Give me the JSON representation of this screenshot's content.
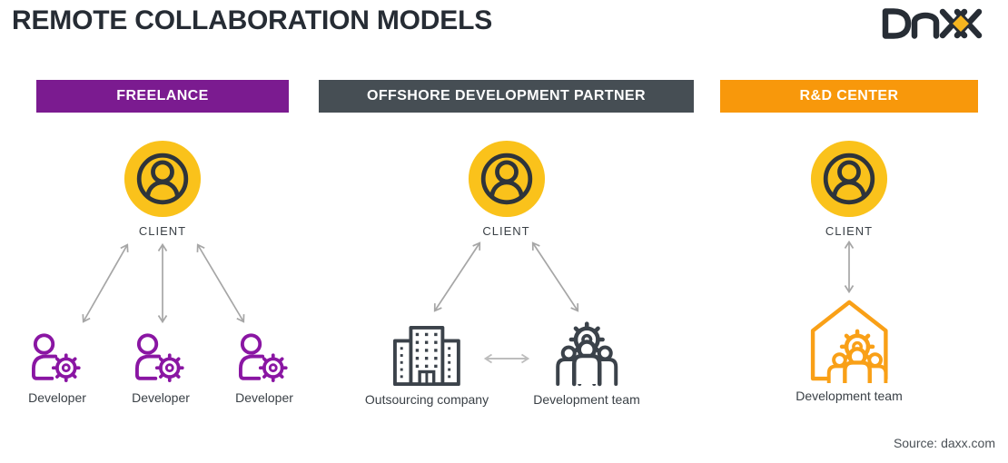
{
  "header": {
    "title": "REMOTE COLLABORATION MODELS",
    "logo_name": "DAXX"
  },
  "footer": {
    "source": "Source: daxx.com"
  },
  "colors": {
    "purple": "#7B1B90",
    "slate": "#464E54",
    "orange": "#F8980B",
    "client_yellow": "#FAC21B",
    "developer_purple": "#8A16A3",
    "icon_dark": "#3B424A",
    "house_orange": "#F9A017",
    "arrow_gray": "#A6A6A6",
    "logo_diamond": "#F5B41F",
    "title_dark": "#262C34"
  },
  "columns": [
    {
      "header": "FREELANCE",
      "client_label": "CLIENT",
      "nodes": [
        {
          "label": "Developer",
          "icon": "developer-gear-icon"
        },
        {
          "label": "Developer",
          "icon": "developer-gear-icon"
        },
        {
          "label": "Developer",
          "icon": "developer-gear-icon"
        }
      ]
    },
    {
      "header": "OFFSHORE DEVELOPMENT PARTNER",
      "client_label": "CLIENT",
      "nodes": [
        {
          "label": "Outsourcing company",
          "icon": "office-building-icon"
        },
        {
          "label": "Development team",
          "icon": "team-gear-icon"
        }
      ]
    },
    {
      "header": "R&D CENTER",
      "client_label": "CLIENT",
      "nodes": [
        {
          "label": "Development team",
          "icon": "house-team-gear-icon"
        }
      ]
    }
  ]
}
